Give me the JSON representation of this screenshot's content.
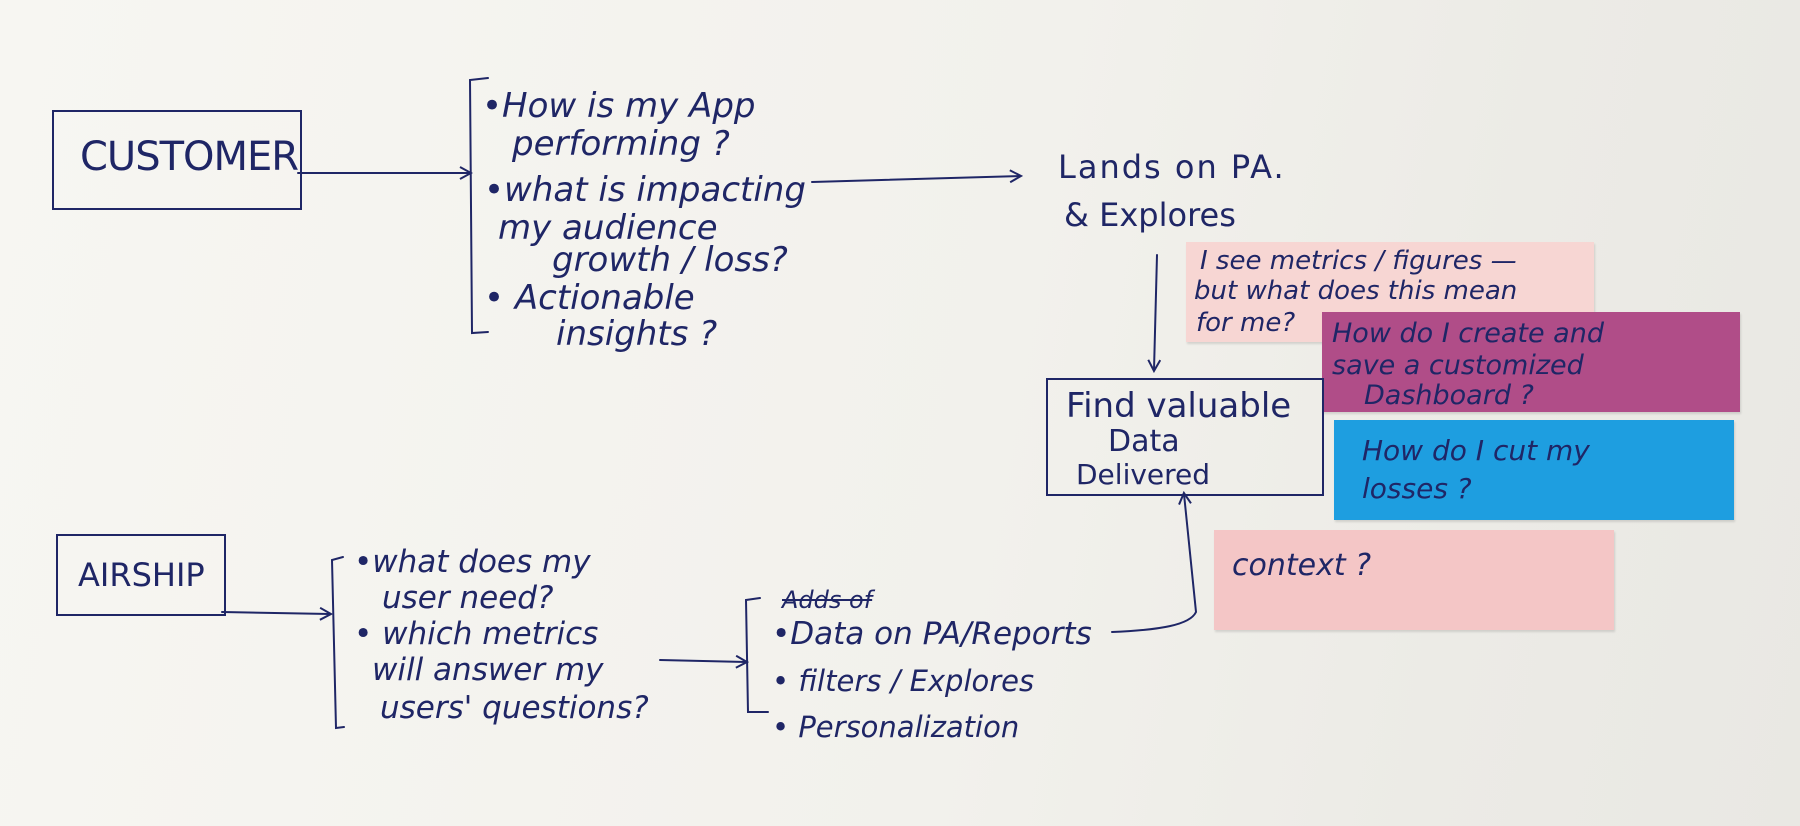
{
  "customer": {
    "label": "CUSTOMER",
    "questions": [
      "•How is my App",
      "performing ?",
      "•what is impacting",
      "my audience",
      "growth / loss?",
      "• Actionable",
      "insights ?"
    ]
  },
  "lands": {
    "line1": "Lands on PA.",
    "line2": "& Explores"
  },
  "find": {
    "line1": "Find valuable",
    "line2": "Data",
    "line3": "Delivered"
  },
  "airship": {
    "label": "AIRSHIP",
    "questions": [
      "•what does my",
      "user need?",
      "• which metrics",
      "will answer my",
      "users' questions?"
    ]
  },
  "deliverables": {
    "struck": "Adds of",
    "items": [
      "•Data on PA/Reports",
      "• filters / Explores",
      "• Personalization"
    ]
  },
  "stickies": {
    "pink1": [
      "I see metrics / figures —",
      "but what does this mean",
      "for me?"
    ],
    "magenta": [
      "How do I create and",
      "save a customized",
      "Dashboard ?"
    ],
    "blue": [
      "How do I cut my",
      "losses ?"
    ],
    "pink2": [
      "context ?"
    ]
  },
  "colors": {
    "ink": "#1f2666",
    "pink1": "#f7d6d3",
    "magenta": "#b04d88",
    "blue": "#1e9ee0",
    "pink2": "#f4c6c6"
  }
}
